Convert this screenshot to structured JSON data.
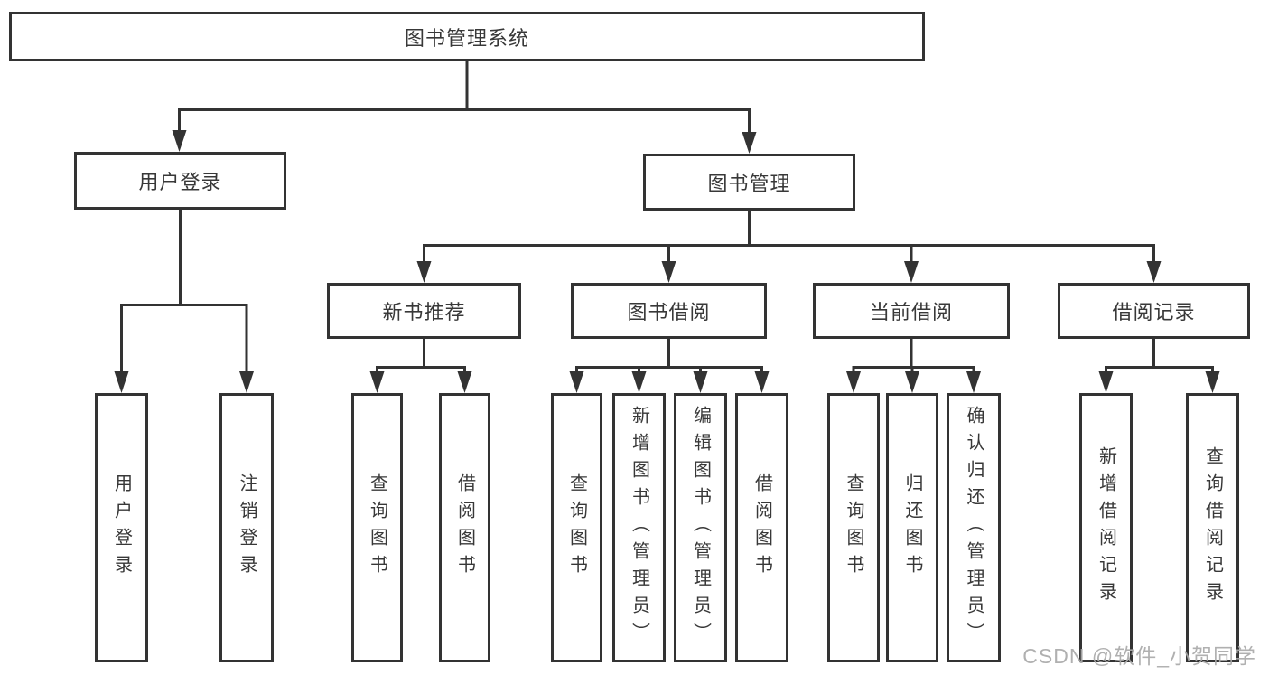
{
  "watermark": "CSDN @软件_小贺同学",
  "colors": {
    "line": "#333333",
    "box_border": "#333333",
    "text": "#383838",
    "background": "#ffffff",
    "watermark": "#a9a9a9"
  },
  "tree": {
    "root": {
      "label": "图书管理系统"
    },
    "branches": [
      {
        "label": "用户登录",
        "children": [
          {
            "label": "用户登录"
          },
          {
            "label": "注销登录"
          }
        ]
      },
      {
        "label": "图书管理",
        "groups": [
          {
            "label": "新书推荐",
            "children": [
              {
                "label": "查询图书"
              },
              {
                "label": "借阅图书"
              }
            ]
          },
          {
            "label": "图书借阅",
            "children": [
              {
                "label": "查询图书"
              },
              {
                "label": "新增图书（管理员）"
              },
              {
                "label": "编辑图书（管理员）"
              },
              {
                "label": "借阅图书"
              }
            ]
          },
          {
            "label": "当前借阅",
            "children": [
              {
                "label": "查询图书"
              },
              {
                "label": "归还图书"
              },
              {
                "label": "确认归还（管理员）"
              }
            ]
          },
          {
            "label": "借阅记录",
            "children": [
              {
                "label": "新增借阅记录"
              },
              {
                "label": "查询借阅记录"
              }
            ]
          }
        ]
      }
    ]
  }
}
